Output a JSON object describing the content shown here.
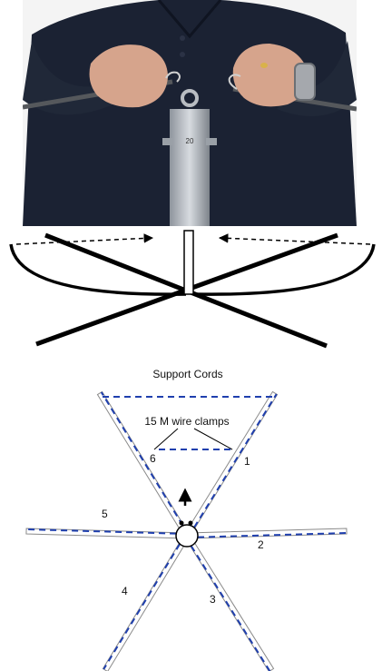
{
  "photo": {
    "post_label": "20"
  },
  "diagram": {
    "title": "Support Cords",
    "clamp_label": "15 M wire clamps",
    "arm_labels": [
      "1",
      "2",
      "3",
      "4",
      "5",
      "6"
    ],
    "colors": {
      "cord": "#1f3fae",
      "arm_fill": "#ffffff",
      "arm_stroke": "#8a8a8a",
      "arm_label_1": "#1f3fae",
      "arm_label_4": "#5a1e1e"
    }
  }
}
